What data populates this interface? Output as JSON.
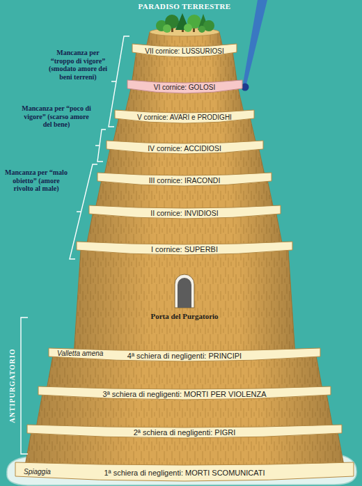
{
  "diagram": {
    "nodes": [
      {
        "text": [
          "VII cornice: LUSSURIOSI"
        ]
      },
      {
        "text": [
          "VI cornice: GOLOSI"
        ]
      },
      {
        "text": [
          "V cornice: AVARI e PRODIGHI"
        ]
      },
      {
        "text": [
          "IV cornice: ACCIDIOSI"
        ]
      },
      {
        "text": [
          "III cornice: IRACONDI"
        ]
      },
      {
        "text": [
          "II cornice: INVIDIOSI"
        ]
      },
      {
        "text": [
          "I cornice: SUPERBI"
        ]
      },
      {
        "text": [
          "Valletta amena",
          "4ª schiera di negligenti: PRINCIPI"
        ]
      },
      {
        "text": [
          "3ª schiera di negligenti: MORTI PER VIOLENZA"
        ]
      },
      {
        "text": [
          "2ª schiera di negligenti: PIGRI"
        ]
      },
      {
        "text": [
          "Spiaggia",
          "1ª schiera di negligenti: MORTI SCOMUNICATI"
        ]
      }
    ],
    "labels": [
      "PARADISO TERRESTRE",
      "Mancanza per “troppo di vigore” (smodato amore dei beni terreni)",
      "Mancanza per “poco di vigore” (scarso amore del bene)",
      "Mancanza per “malo obietto” (amore rivolto al male)",
      "Porta del Purgatorio",
      "ANTIPURGATORIO"
    ]
  }
}
